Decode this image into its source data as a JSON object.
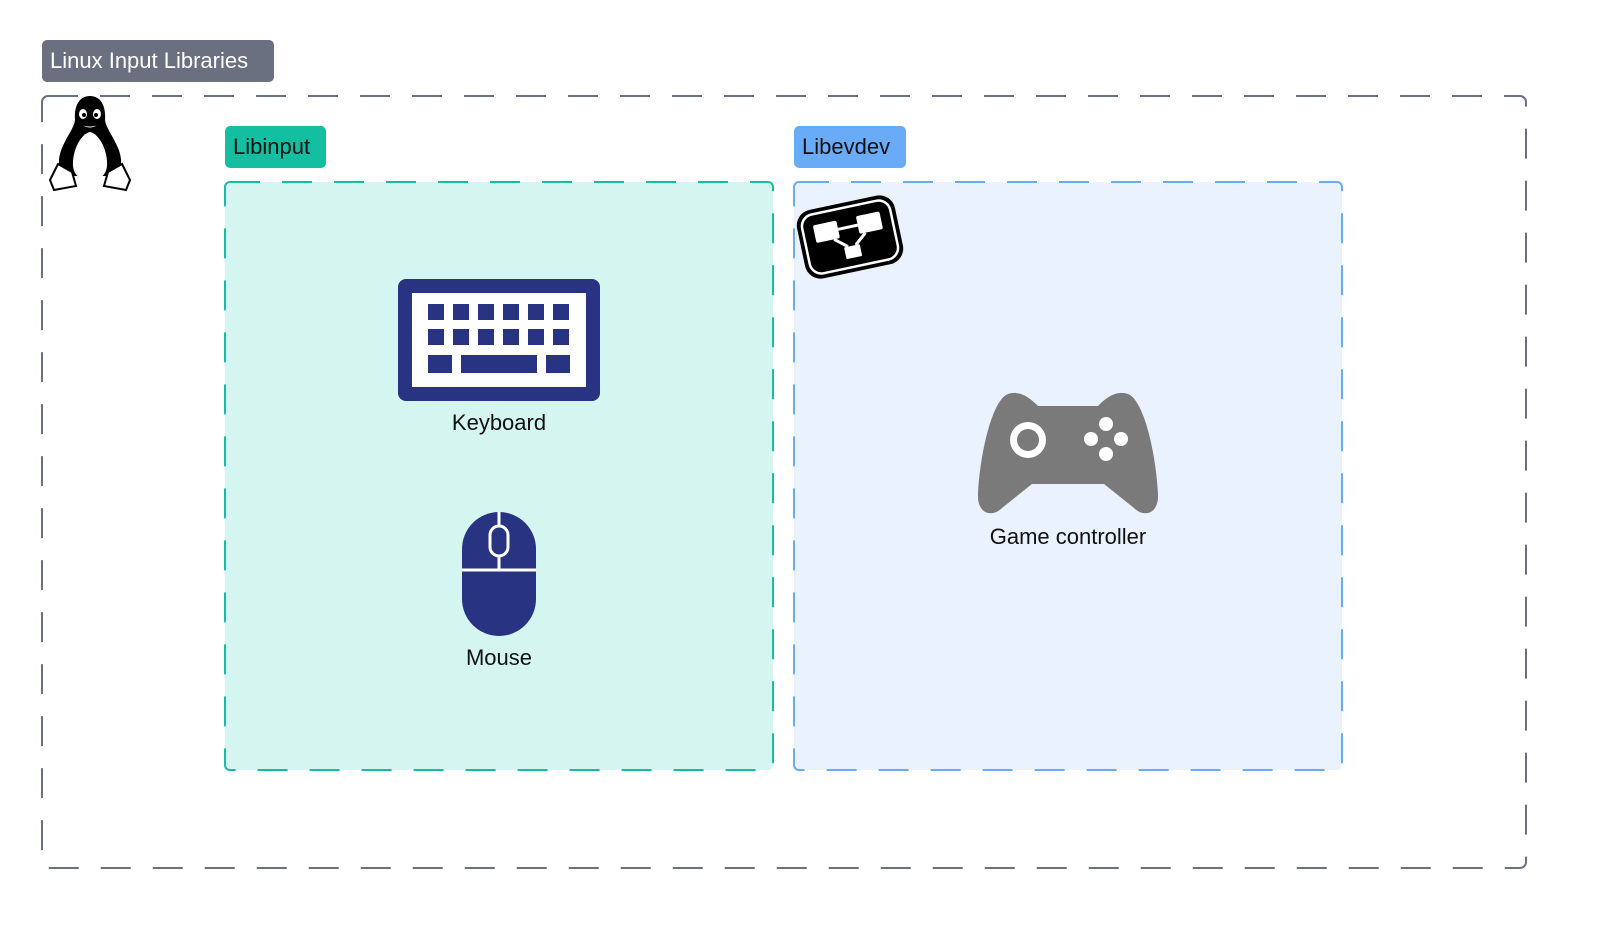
{
  "groups": {
    "outer": {
      "label": "Linux Input Libraries",
      "icon": "linux-penguin-icon",
      "color": "#6b7080"
    },
    "libinput": {
      "label": "Libinput",
      "color": "#14bfa1",
      "fill": "#d5f6f0"
    },
    "libevdev": {
      "label": "Libevdev",
      "color": "#6aabf8",
      "fill": "#eaf2fd",
      "icon": "libevdev-logo-icon"
    }
  },
  "nodes": {
    "keyboard": {
      "label": "Keyboard",
      "icon": "keyboard-icon",
      "color": "#283382"
    },
    "mouse": {
      "label": "Mouse",
      "icon": "mouse-icon",
      "color": "#283382"
    },
    "controller": {
      "label": "Game controller",
      "icon": "gamepad-icon",
      "color": "#7a7a7a"
    }
  }
}
